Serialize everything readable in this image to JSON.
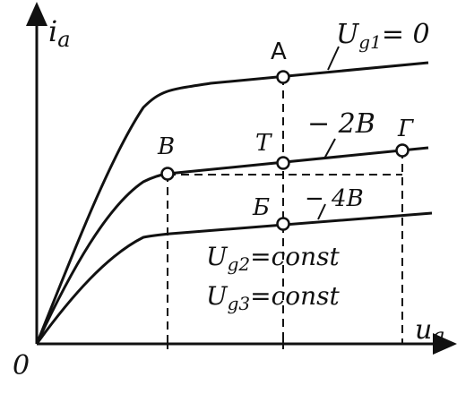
{
  "axes": {
    "y_label_main": "i",
    "y_label_sub": "a",
    "x_label_main": "u",
    "x_label_sub": "a",
    "origin": "0"
  },
  "curves": [
    {
      "label_main": "U",
      "label_sub": "g1",
      "label_rest": "= 0"
    },
    {
      "label": "− 2B"
    },
    {
      "label": "− 4B"
    }
  ],
  "points": {
    "A": "A",
    "T": "T",
    "B_cyr": "Б",
    "V": "B",
    "G": "Г"
  },
  "conditions": {
    "line1_main": "U",
    "line1_sub": "g2",
    "line1_rest": "=const",
    "line2_main": "U",
    "line2_sub": "g3",
    "line2_rest": "=const"
  },
  "colors": {
    "ink": "#111111",
    "background": "#ffffff"
  }
}
